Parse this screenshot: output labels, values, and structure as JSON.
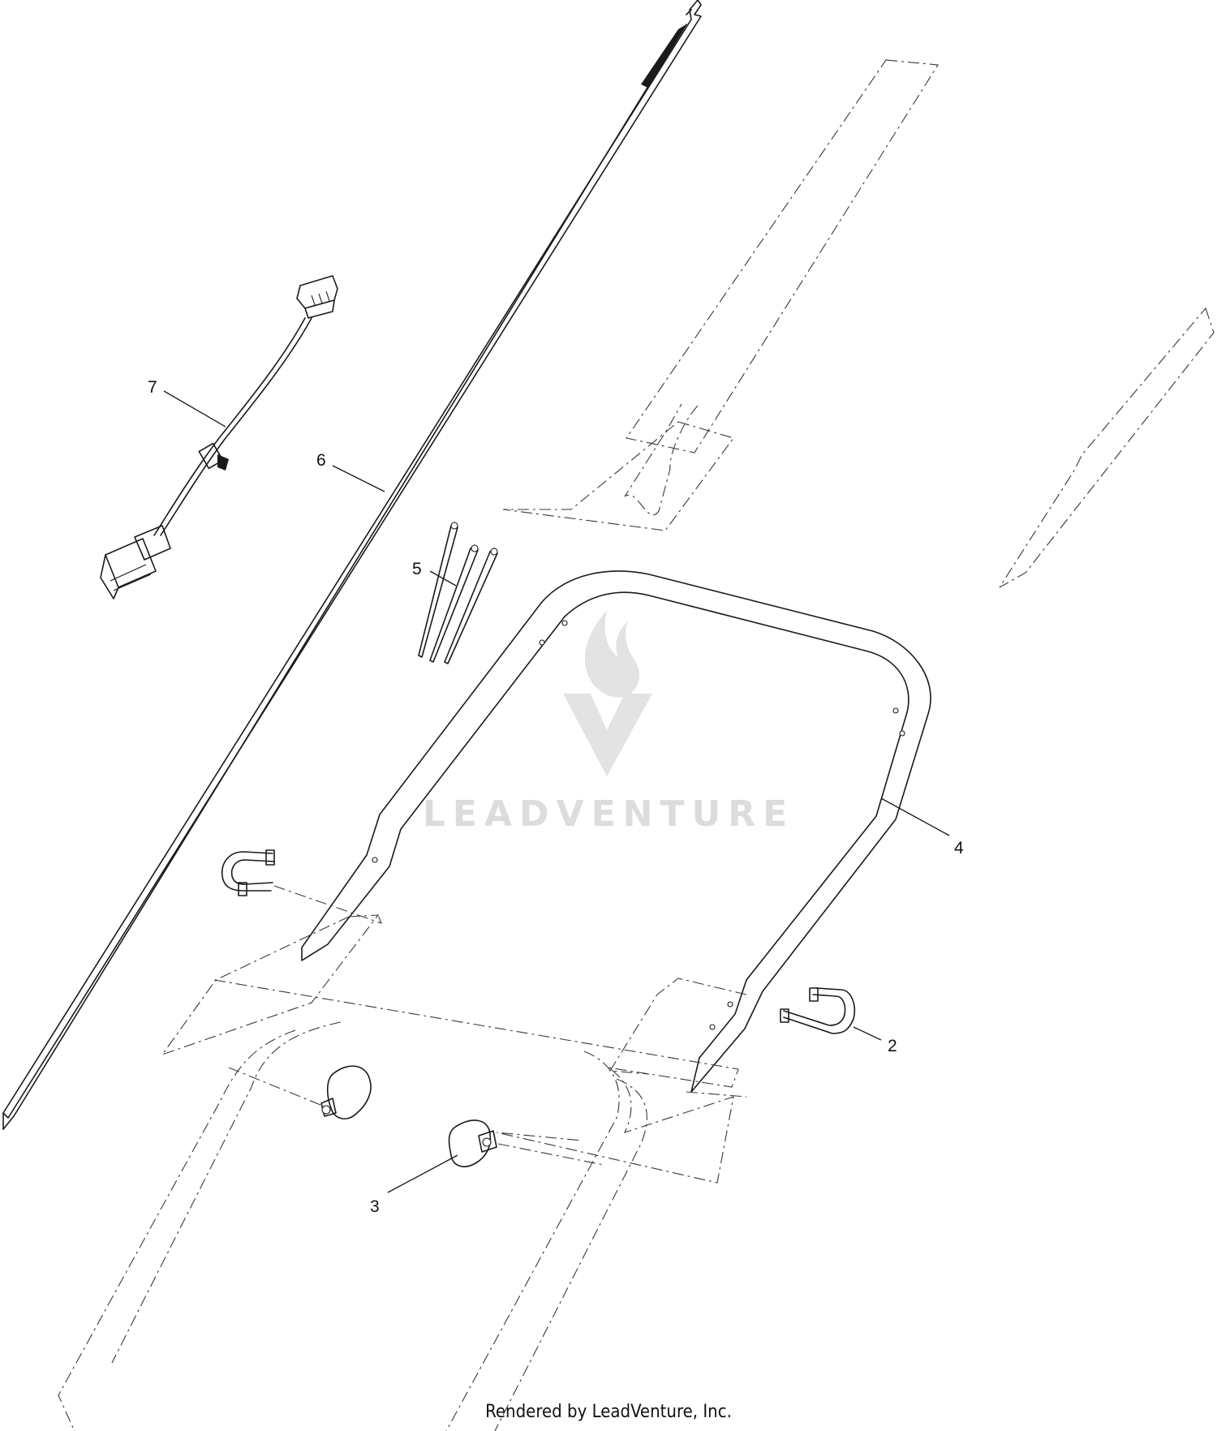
{
  "callouts": [
    {
      "id": "7",
      "label": "7"
    },
    {
      "id": "6",
      "label": "6"
    },
    {
      "id": "5",
      "label": "5"
    },
    {
      "id": "4",
      "label": "4"
    },
    {
      "id": "2",
      "label": "2"
    },
    {
      "id": "3",
      "label": "3"
    }
  ],
  "watermark": {
    "text": "LEADVENTURE",
    "logo_icon": "flame-v-logo-icon"
  },
  "footer": {
    "text": "Rendered by LeadVenture, Inc."
  },
  "colors": {
    "line": "#1a1a1a",
    "watermark": "#dcdcdc",
    "background": "#ffffff"
  }
}
